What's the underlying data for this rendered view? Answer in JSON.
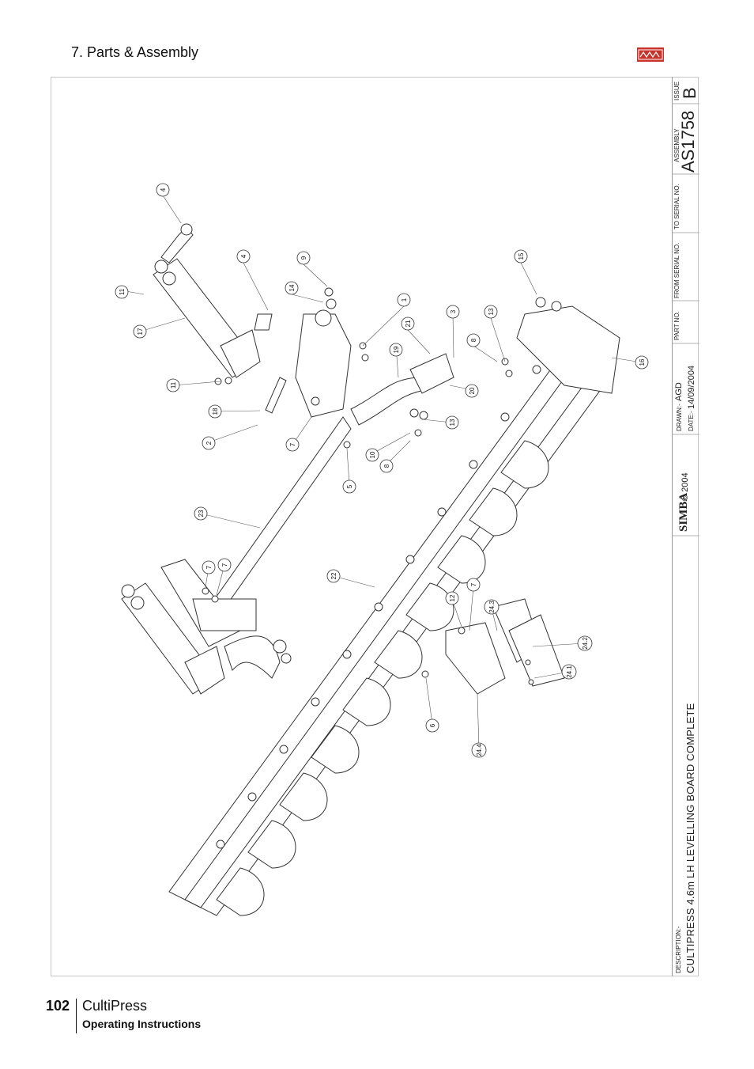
{
  "header": {
    "section_title": "7. Parts & Assembly",
    "logo_text": "SIMBA"
  },
  "title_block": {
    "issue_label": "ISSUE",
    "issue_value": "B",
    "assembly_label": "ASSEMBLY",
    "assembly_value": "AS1758",
    "to_serial_label": "TO SERIAL NO.",
    "from_serial_label": "FROM SERIAL NO.",
    "part_no_label": "PART NO.",
    "drawn_label": "DRAWN:-",
    "drawn_value": "AGD",
    "date_label": "DATE:-",
    "date_value": "14/09/2004",
    "brand": "SIMBA",
    "copyright": "© 2004",
    "description_label": "DESCRIPTION:-",
    "description_value": "CULTIPRESS 4.6m LH LEVELLING BOARD COMPLETE"
  },
  "callouts": [
    "4",
    "4",
    "9",
    "14",
    "1",
    "21",
    "3",
    "13",
    "8",
    "15",
    "11",
    "17",
    "11",
    "19",
    "20",
    "18",
    "13",
    "2",
    "7",
    "10",
    "8",
    "5",
    "16",
    "23",
    "7",
    "7",
    "22",
    "12",
    "7",
    "24.3",
    "24.2",
    "24.1",
    "6",
    "24.4"
  ],
  "footer": {
    "page_number": "102",
    "product": "CultiPress",
    "subtitle": "Operating Instructions"
  }
}
